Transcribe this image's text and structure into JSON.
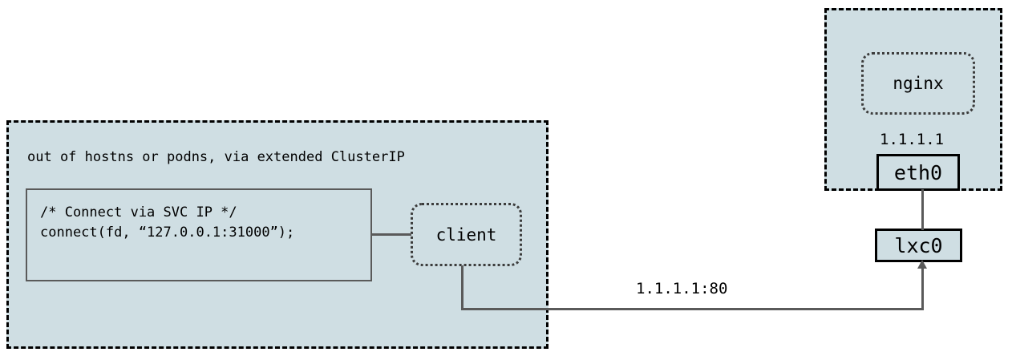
{
  "diagram": {
    "title": "out of hostns or podns, via extended ClusterIP",
    "colors": {
      "namespace_fill": "#cfdee3",
      "namespace_border": "#000000",
      "line": "#5a5a5a",
      "box_border": "#5a5a5a",
      "text": "#000000",
      "page_background": "#ffffff"
    },
    "host_namespace": {
      "caption": "out of hostns or podns, via extended ClusterIP",
      "code_snippet": "/* Connect via SVC IP */\nconnect(fd, “127.0.0.1:31000”);",
      "process": "client"
    },
    "pod_namespace": {
      "process": "nginx",
      "ip": "1.1.1.1",
      "interface": "eth0"
    },
    "host_interface": "lxc0",
    "flow_label": "1.1.1.1:80"
  }
}
